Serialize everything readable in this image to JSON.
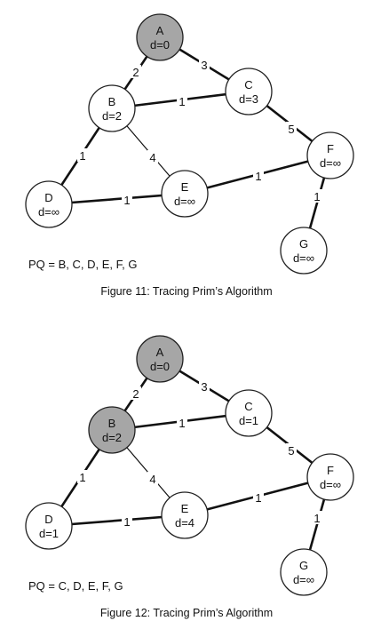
{
  "figures": [
    {
      "caption": "Figure 11: Tracing Prim’s Algorithm",
      "pq": "PQ = B, C, D, E, F, G",
      "nodes": [
        {
          "id": "A",
          "dist": "d=0",
          "visited": true
        },
        {
          "id": "B",
          "dist": "d=2",
          "visited": false
        },
        {
          "id": "C",
          "dist": "d=3",
          "visited": false
        },
        {
          "id": "D",
          "dist": "d=∞",
          "visited": false
        },
        {
          "id": "E",
          "dist": "d=∞",
          "visited": false
        },
        {
          "id": "F",
          "dist": "d=∞",
          "visited": false
        },
        {
          "id": "G",
          "dist": "d=∞",
          "visited": false
        }
      ],
      "edges": [
        {
          "from": "A",
          "to": "B",
          "weight": "2",
          "bold": true
        },
        {
          "from": "A",
          "to": "C",
          "weight": "3",
          "bold": true
        },
        {
          "from": "B",
          "to": "C",
          "weight": "1",
          "bold": true
        },
        {
          "from": "B",
          "to": "D",
          "weight": "1",
          "bold": true
        },
        {
          "from": "B",
          "to": "E",
          "weight": "4",
          "bold": false
        },
        {
          "from": "C",
          "to": "F",
          "weight": "5",
          "bold": true
        },
        {
          "from": "D",
          "to": "E",
          "weight": "1",
          "bold": true
        },
        {
          "from": "E",
          "to": "F",
          "weight": "1",
          "bold": true
        },
        {
          "from": "F",
          "to": "G",
          "weight": "1",
          "bold": true
        }
      ]
    },
    {
      "caption": "Figure 12: Tracing Prim’s Algorithm",
      "pq": "PQ = C, D, E, F, G",
      "nodes": [
        {
          "id": "A",
          "dist": "d=0",
          "visited": true
        },
        {
          "id": "B",
          "dist": "d=2",
          "visited": true
        },
        {
          "id": "C",
          "dist": "d=1",
          "visited": false
        },
        {
          "id": "D",
          "dist": "d=1",
          "visited": false
        },
        {
          "id": "E",
          "dist": "d=4",
          "visited": false
        },
        {
          "id": "F",
          "dist": "d=∞",
          "visited": false
        },
        {
          "id": "G",
          "dist": "d=∞",
          "visited": false
        }
      ],
      "edges": [
        {
          "from": "A",
          "to": "B",
          "weight": "2",
          "bold": true
        },
        {
          "from": "A",
          "to": "C",
          "weight": "3",
          "bold": true
        },
        {
          "from": "B",
          "to": "C",
          "weight": "1",
          "bold": true
        },
        {
          "from": "B",
          "to": "D",
          "weight": "1",
          "bold": true
        },
        {
          "from": "B",
          "to": "E",
          "weight": "4",
          "bold": false
        },
        {
          "from": "C",
          "to": "F",
          "weight": "5",
          "bold": true
        },
        {
          "from": "D",
          "to": "E",
          "weight": "1",
          "bold": true
        },
        {
          "from": "E",
          "to": "F",
          "weight": "1",
          "bold": true
        },
        {
          "from": "F",
          "to": "G",
          "weight": "1",
          "bold": true
        }
      ]
    }
  ],
  "colors": {
    "visited_fill": "#a6a6a6",
    "unvisited_fill": "#ffffff",
    "stroke": "#222222"
  }
}
